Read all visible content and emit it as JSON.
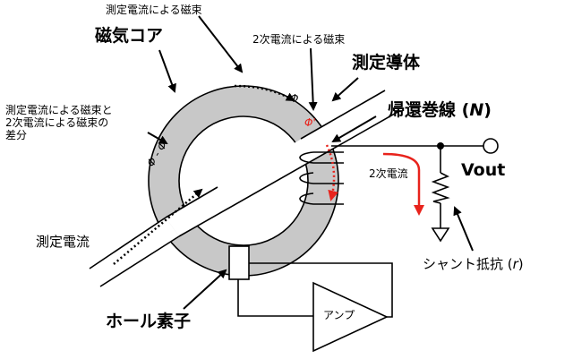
{
  "labels": {
    "core_flux_top": "測定電流による磁束",
    "core": "磁気コア",
    "secondary_flux_top": "2次電流による磁束",
    "conductor": "測定導体",
    "feedback_winding": "帰還巻線 (",
    "feedback_winding_symbol": "N",
    "feedback_winding_close": ")",
    "combined_flux": "測定電流による磁束と\n2次電流による磁束の\n差分",
    "output": "Vout",
    "secondary_current": "2次電流",
    "measured_current": "測定電流",
    "shunt": "シャント抵抗 (",
    "shunt_symbol": "r",
    "shunt_close": ")",
    "hall": "ホール素子",
    "amp": "アンプ"
  },
  "symbols": {
    "phi": "Φ",
    "phi_prime": "Φ'",
    "phi_diff": "Φ - Φ'"
  },
  "colors": {
    "core_fill": "#c8c8c8",
    "line": "#000000",
    "accent": "#e8231c"
  }
}
